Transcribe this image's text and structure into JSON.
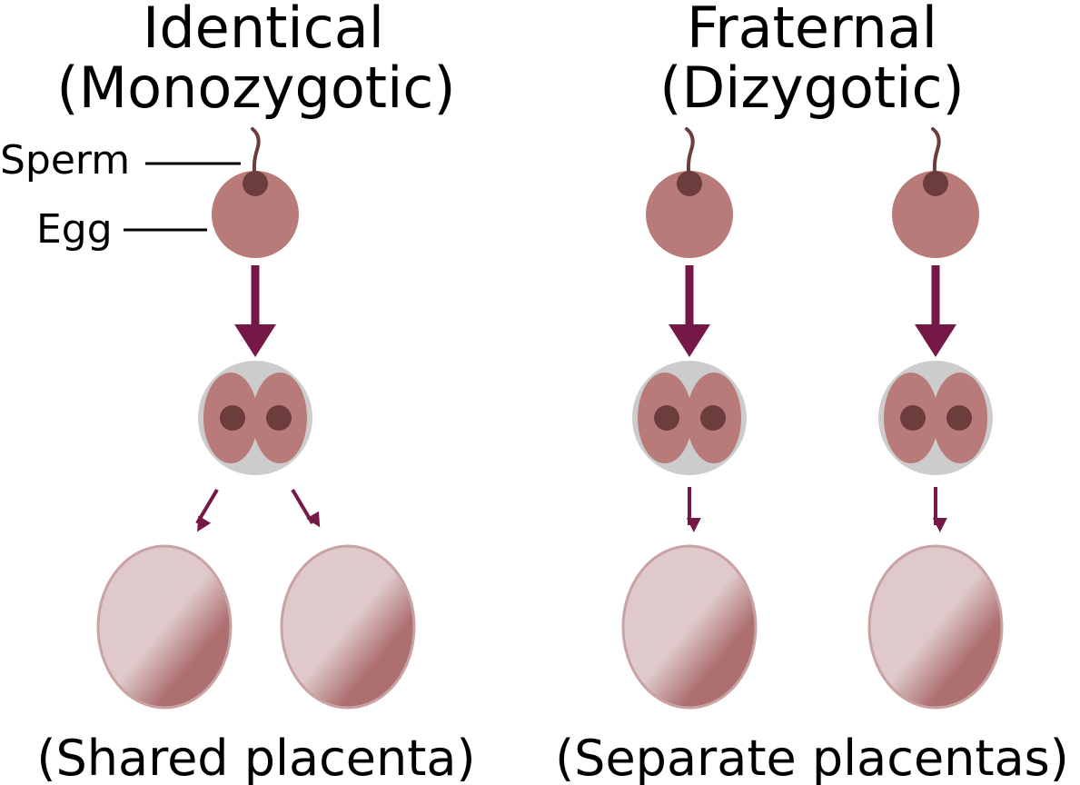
{
  "identical": {
    "title_line1": "Identical",
    "title_line2": "(Monozygotic)",
    "caption": "(Shared placenta)"
  },
  "fraternal": {
    "title_line1": "Fraternal",
    "title_line2": "(Dizygotic)",
    "caption": "(Separate placentas)"
  },
  "labels": {
    "sperm": "Sperm",
    "egg": "Egg"
  },
  "colors": {
    "egg": "#b87b7a",
    "nucleus": "#6b3d3d",
    "sperm_tail": "#6b3d3d",
    "arrow": "#751848",
    "cell_halo": "#cccccc",
    "placenta_light": "#dfc9ca",
    "placenta_dark": "#ad6f70"
  }
}
